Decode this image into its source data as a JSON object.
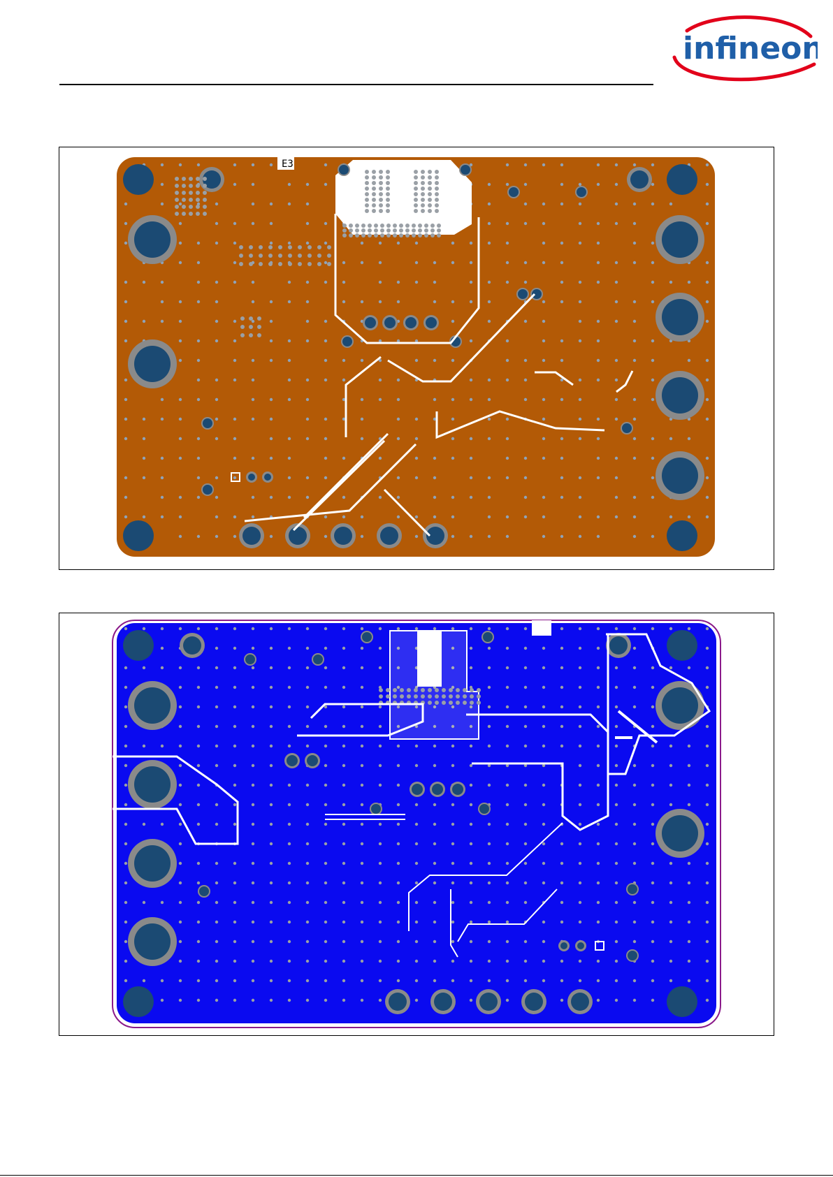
{
  "header": {
    "logo_text": "infineon",
    "logo_colors": {
      "text": "#1f5fa8",
      "swoosh": "#e2001a"
    }
  },
  "figures": [
    {
      "id": "top-layer",
      "layer_color": "#b35a06",
      "silkscreen_label": "E3",
      "pad_color": "#1b4a73",
      "pad_ring_color": "#8a8a8a",
      "trace_color": "#ffffff"
    },
    {
      "id": "bottom-layer",
      "layer_color": "#0a0af0",
      "board_outline_color": "#8a1a8a",
      "pad_color": "#1b4a73",
      "pad_ring_color": "#8a8a8a",
      "trace_color": "#ffffff"
    }
  ]
}
